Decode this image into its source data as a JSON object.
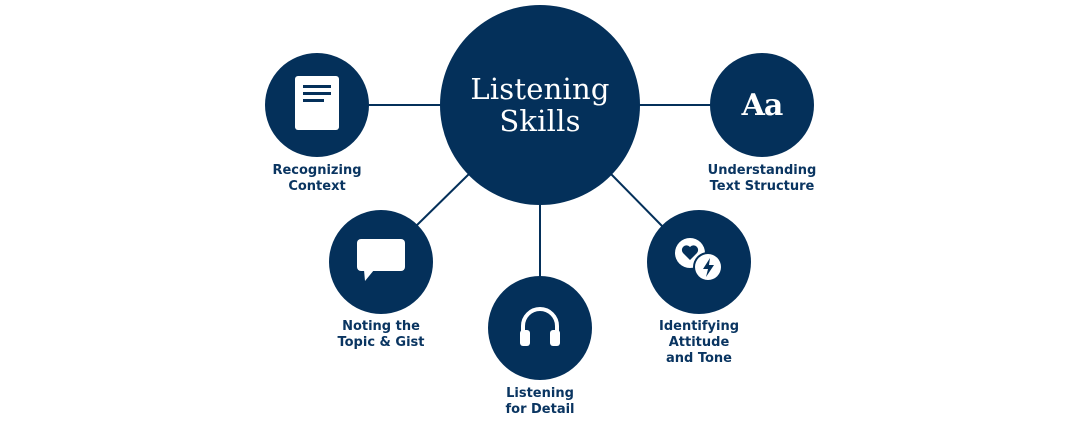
{
  "colors": {
    "navy": "#04305a",
    "background": "#ffffff",
    "icon": "#ffffff",
    "label": "#0a3561",
    "line": "#04305a"
  },
  "hub": {
    "title": "Listening\nSkills"
  },
  "nodes": [
    {
      "id": "recognizing-context",
      "label": "Recognizing\nContext",
      "icon": "document-icon"
    },
    {
      "id": "understanding-text-structure",
      "label": "Understanding\nText Structure",
      "icon": "font-aa-icon",
      "icon_text": "Aa"
    },
    {
      "id": "noting-topic-gist",
      "label": "Noting the\nTopic & Gist",
      "icon": "speech-bubble-icon"
    },
    {
      "id": "listening-for-detail",
      "label": "Listening\nfor Detail",
      "icon": "headphones-icon"
    },
    {
      "id": "identifying-attitude-tone",
      "label": "Identifying\nAttitude\nand Tone",
      "icon": "heart-lightning-icon"
    }
  ]
}
